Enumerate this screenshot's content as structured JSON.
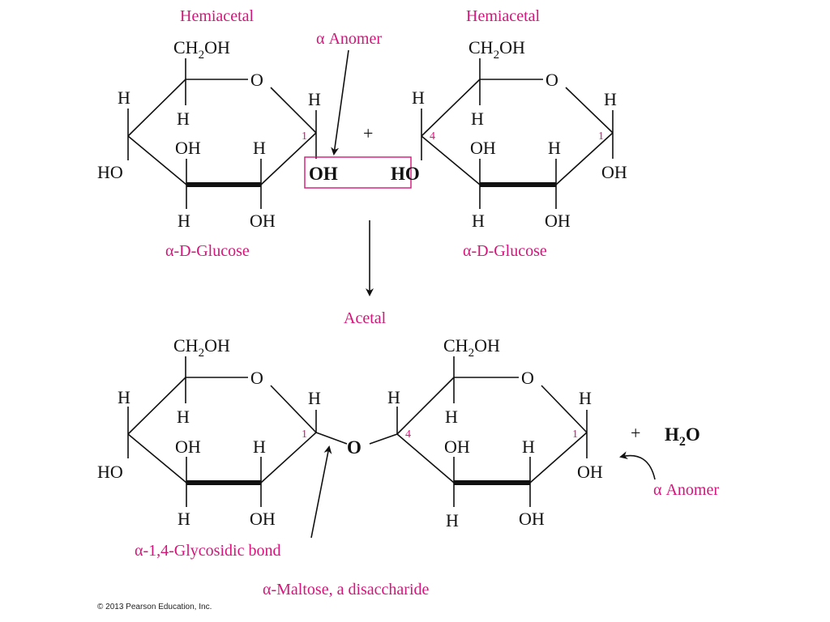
{
  "labels": {
    "hemiacetal_left": "Hemiacetal",
    "hemiacetal_right": "Hemiacetal",
    "alpha_anomer_top": "α Anomer",
    "plus_top": "+",
    "glucose_left": "α-D-Glucose",
    "glucose_right": "α-D-Glucose",
    "acetal": "Acetal",
    "plus_bottom": "+",
    "h2o_h": "H",
    "h2o_sub": "2",
    "h2o_o": "O",
    "alpha_anomer_bottom": "α Anomer",
    "glycosidic_bond": "α-1,4-Glycosidic bond",
    "maltose": "α-Maltose, a disaccharide",
    "copyright": "© 2013 Pearson Education, Inc."
  },
  "atoms": {
    "ch2oh_main": "CH",
    "ch2oh_sub": "2",
    "ch2oh_tail": "OH",
    "ring_o": "O",
    "h": "H",
    "oh": "OH",
    "ho": "HO",
    "bridge_o": "O",
    "carbon_1": "1",
    "carbon_4": "4"
  },
  "colors": {
    "accent": "#d4157a",
    "ink": "#111111"
  }
}
